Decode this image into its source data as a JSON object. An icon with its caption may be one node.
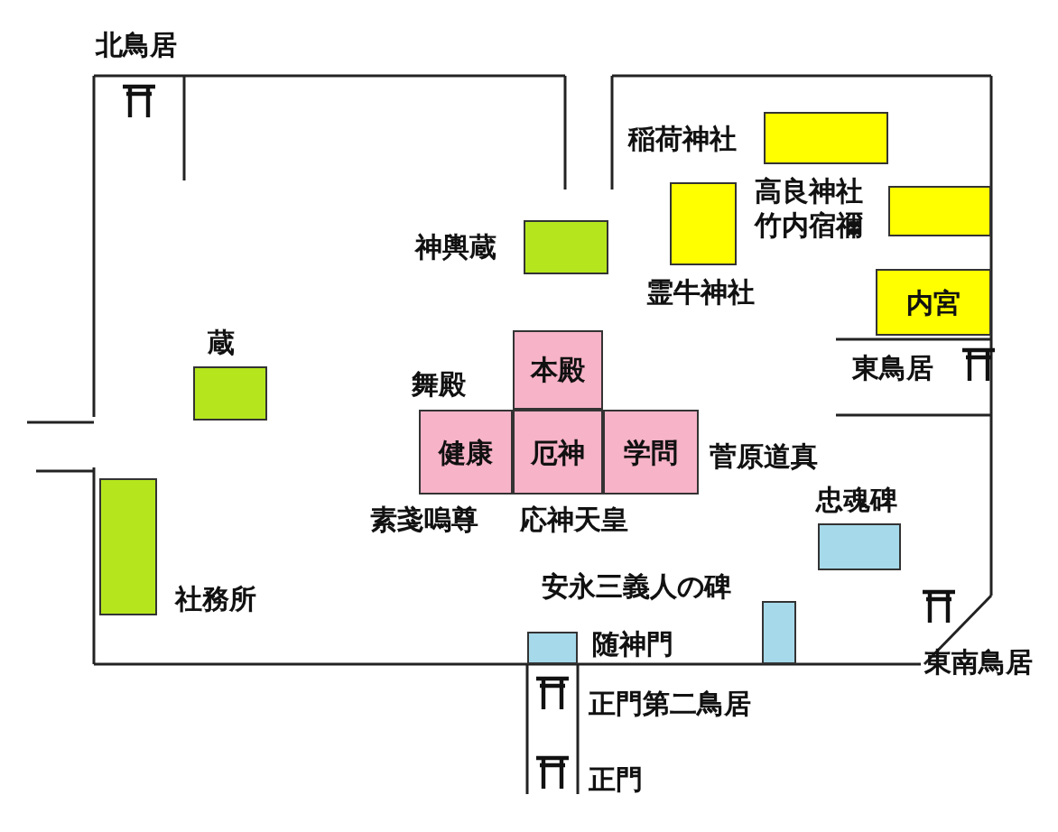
{
  "diagram": {
    "nodes": [
      {
        "text": [
          "稲荷神社"
        ]
      },
      {
        "text": [
          "高良神社",
          "竹内宿禰"
        ]
      },
      {
        "text": [
          "神輿蔵"
        ]
      },
      {
        "text": [
          "霊牛神社"
        ]
      },
      {
        "text": [
          "内宮"
        ]
      },
      {
        "text": [
          "本殿"
        ]
      },
      {
        "text": [
          "蔵"
        ]
      },
      {
        "text": [
          "健康"
        ],
        "beside": [
          "素戔嗚尊"
        ]
      },
      {
        "text": [
          "厄神"
        ],
        "beside": [
          "応神天皇"
        ]
      },
      {
        "text": [
          "学問"
        ],
        "beside": [
          "菅原道真"
        ]
      },
      {
        "text": [
          "忠魂碑"
        ]
      },
      {
        "text": [
          "社務所"
        ]
      },
      {
        "text": [
          "安永三義人の碑"
        ]
      },
      {
        "text": [
          "随神門"
        ]
      }
    ],
    "labels": [
      "北鳥居",
      "舞殿",
      "東鳥居",
      "東南鳥居",
      "正門第二鳥居",
      "正門"
    ]
  }
}
